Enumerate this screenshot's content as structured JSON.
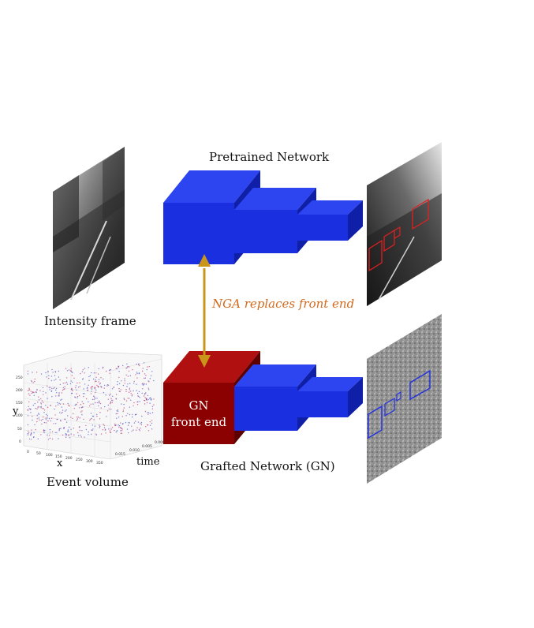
{
  "labels": {
    "pretrained_network": "Pretrained Network",
    "intensity_frame": "Intensity frame",
    "nga_replaces": "NGA replaces front end",
    "gn_front_end_line1": "GN",
    "gn_front_end_line2": "front end",
    "grafted_network": "Grafted Network (GN)",
    "event_volume": "Event volume"
  },
  "plot": {
    "axis_x": "x",
    "axis_y": "y",
    "axis_time": "time",
    "y_ticks": [
      "250",
      "200",
      "150",
      "100",
      "50",
      "0"
    ],
    "x_ticks": [
      "0",
      "50",
      "100",
      "150",
      "200",
      "250",
      "300",
      "350"
    ],
    "time_ticks": [
      "0.000",
      "0.005",
      "0.010",
      "0.015"
    ]
  },
  "colors": {
    "block_blue_front": "#1a2fe0",
    "block_blue_top": "#2d45f0",
    "block_blue_side": "#0f1fa8",
    "block_red_front": "#8b0000",
    "block_red_top": "#b01010",
    "block_red_side": "#5c0000",
    "arrow": "#c9961a",
    "nga_text": "#d2691e",
    "det_red": "#e02020",
    "det_blue": "#2030e0"
  }
}
